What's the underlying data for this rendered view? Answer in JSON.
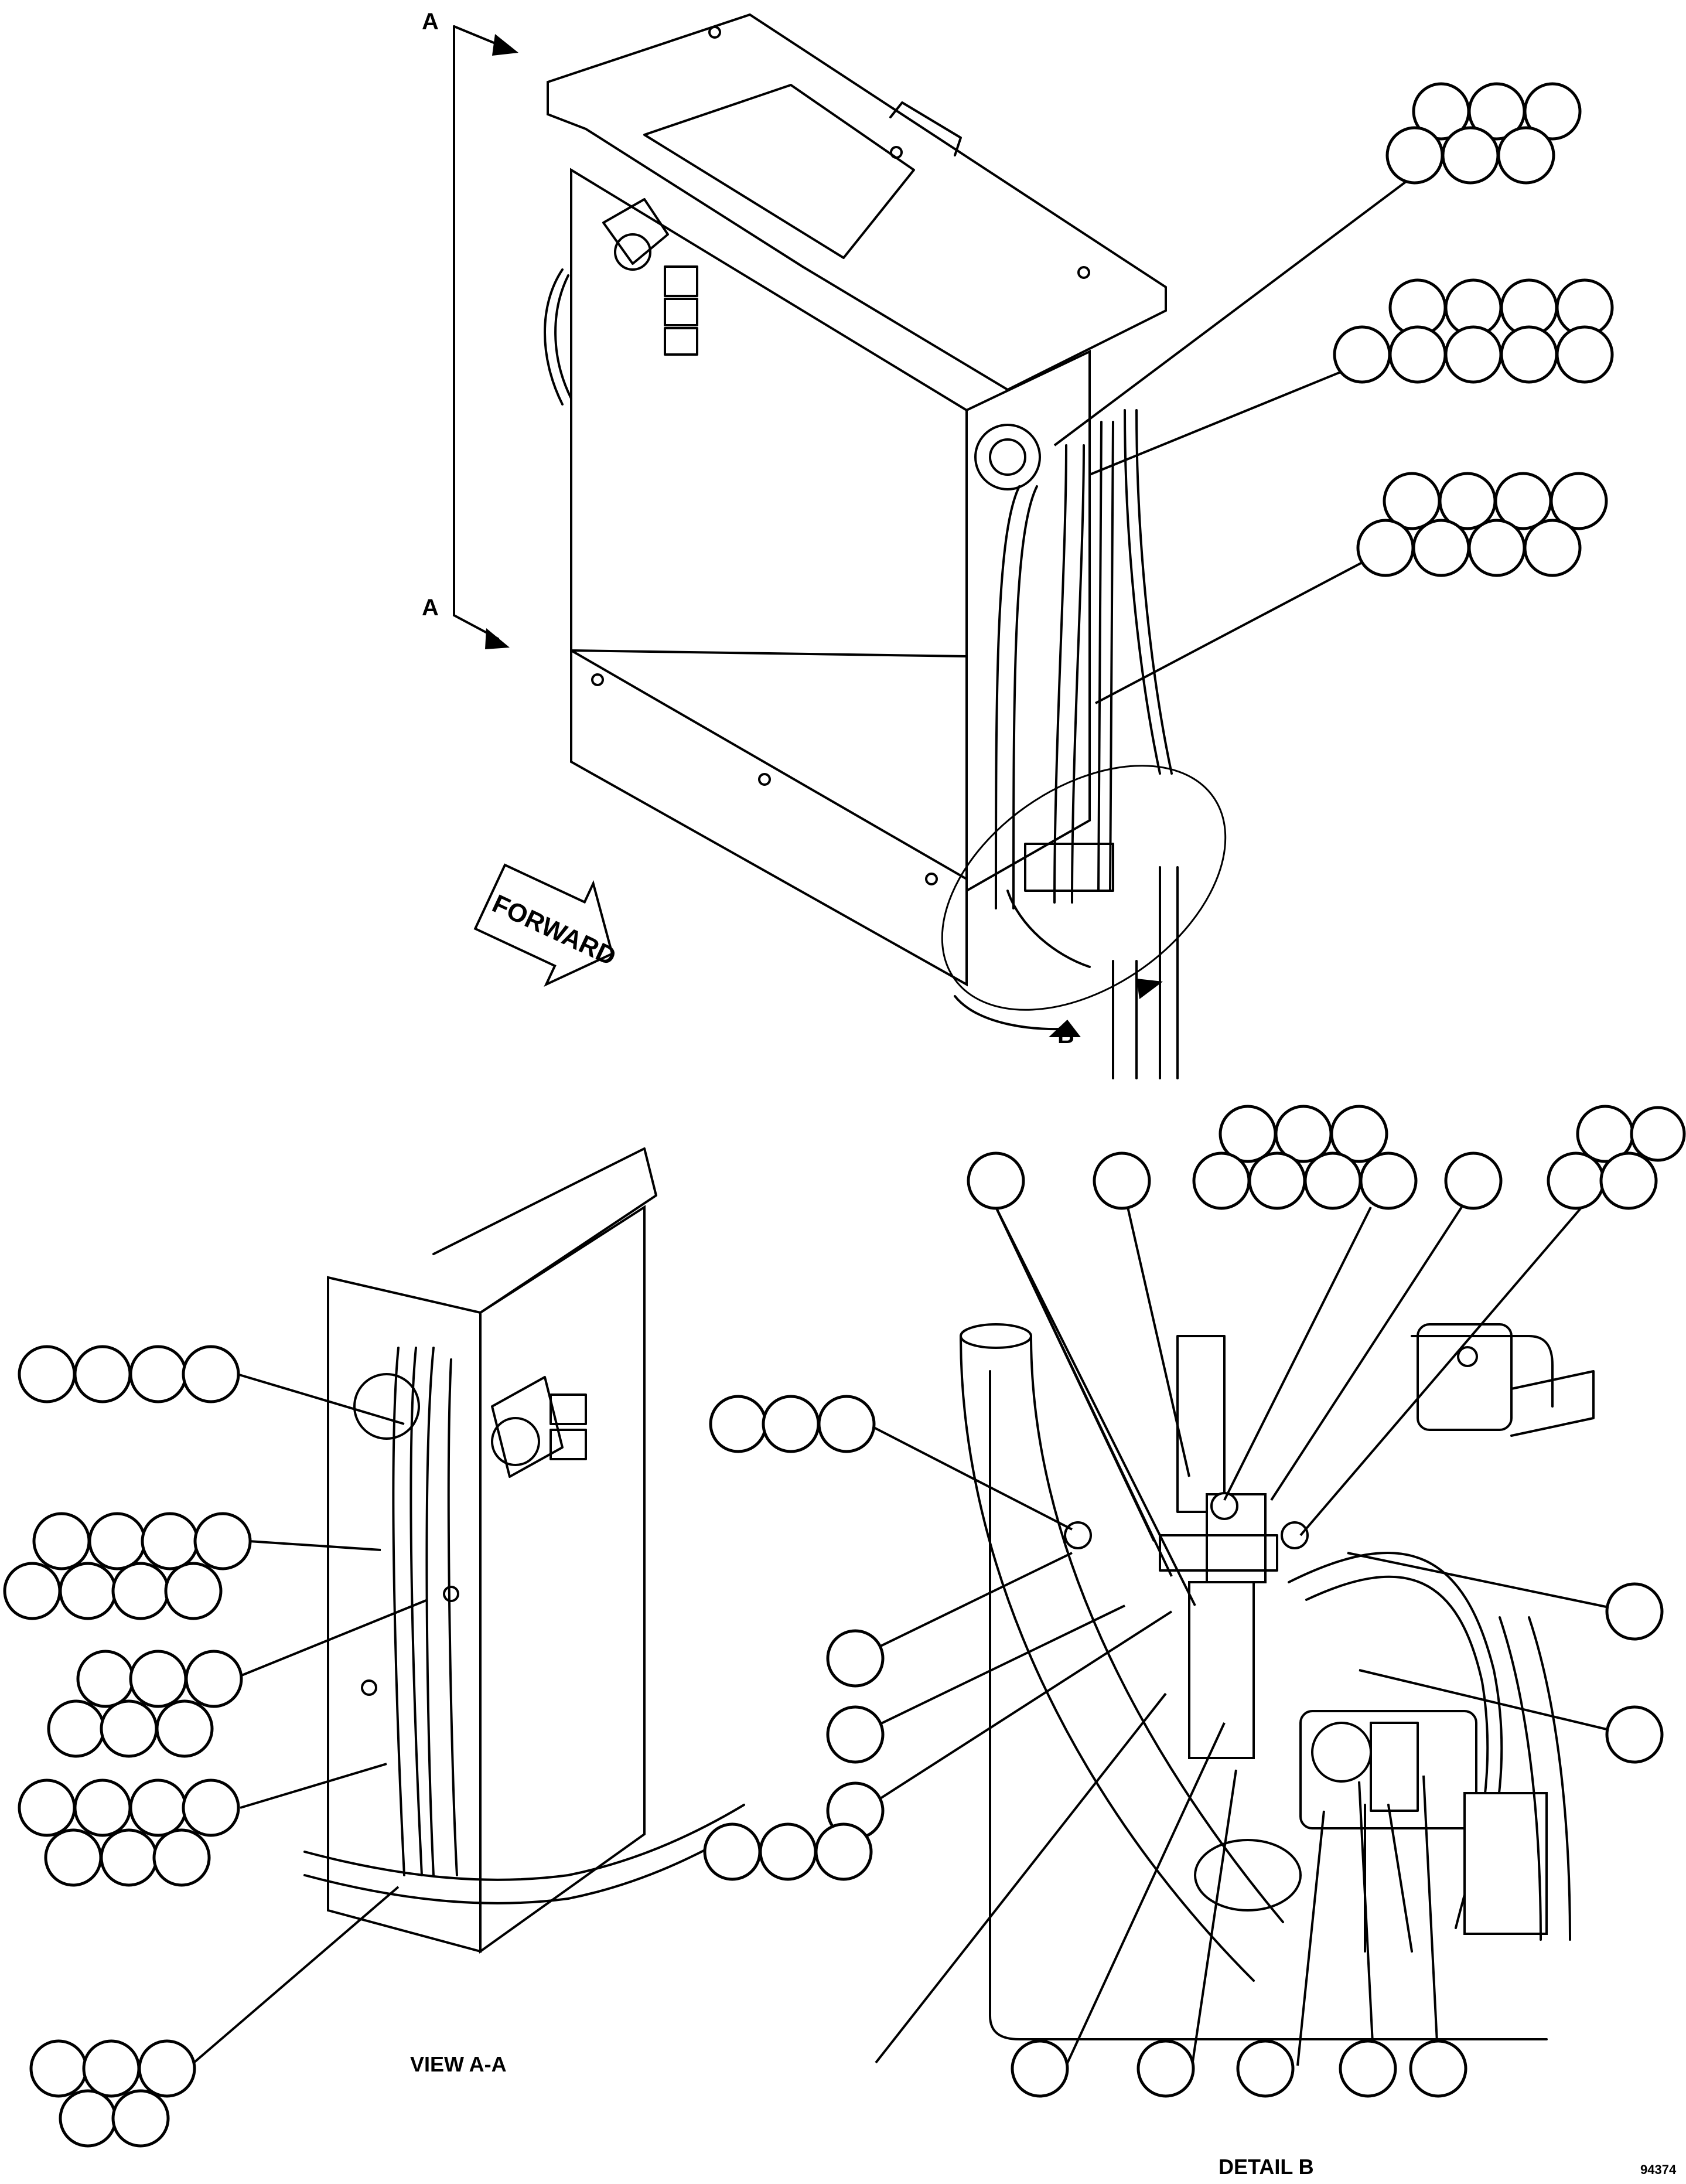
{
  "labels": {
    "section_a_top": "A",
    "section_a_bottom": "A",
    "detail_b_marker": "B",
    "forward_arrow": "FORWARD",
    "view_aa_caption": "VIEW A-A",
    "detail_b_caption": "DETAIL B",
    "drawing_number": "94374"
  }
}
